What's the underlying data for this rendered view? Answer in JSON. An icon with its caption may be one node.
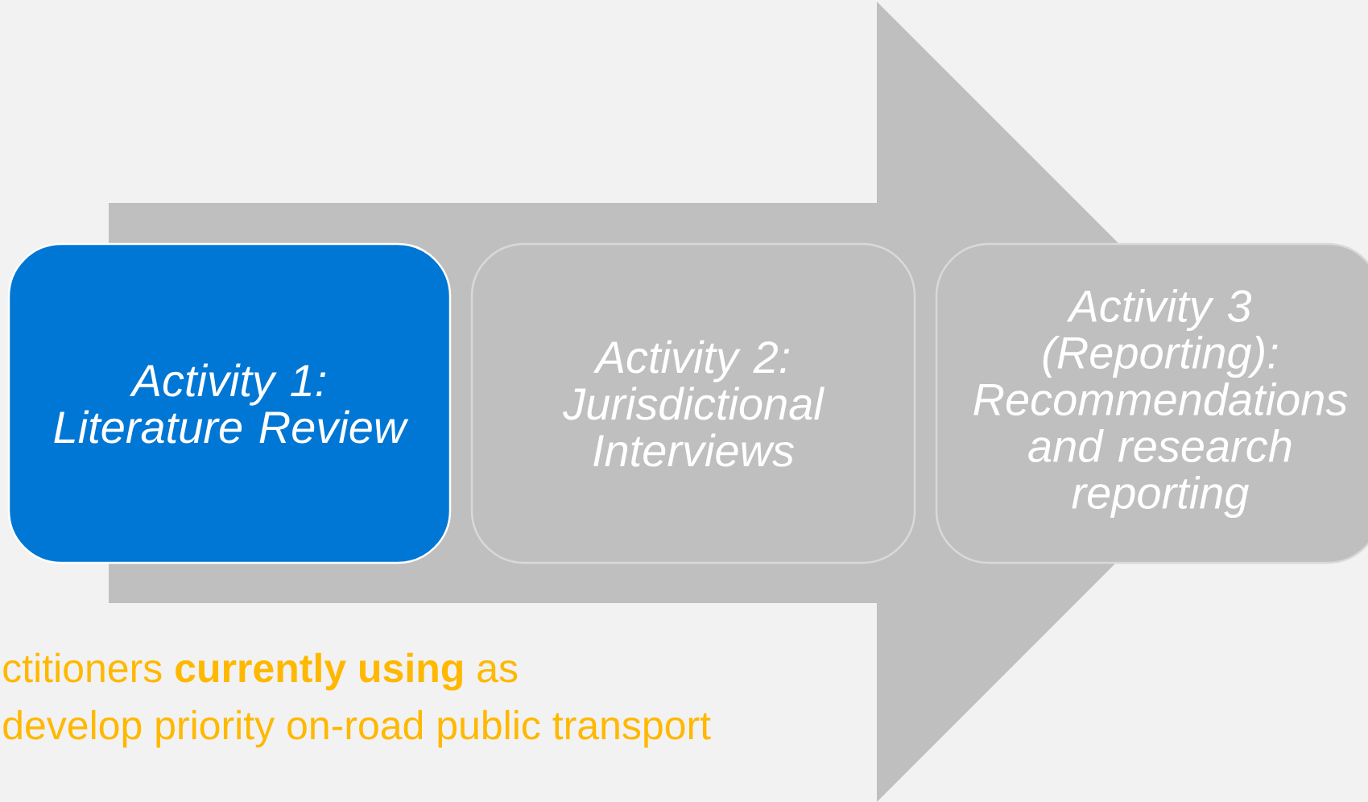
{
  "diagram": {
    "nodes": [
      {
        "text": [
          "Activity 1: Literature Review"
        ]
      },
      {
        "text": [
          "Activity 2: Jurisdictional Interviews"
        ]
      },
      {
        "text": [
          "Activity 3 (Reporting): Recommendations and research reporting"
        ]
      }
    ],
    "edges": [
      {
        "from": 0,
        "to": 2,
        "arrow": "to"
      }
    ],
    "labels": [
      "ctitioners **currently using** as",
      "develop priority on-road public transport"
    ]
  }
}
